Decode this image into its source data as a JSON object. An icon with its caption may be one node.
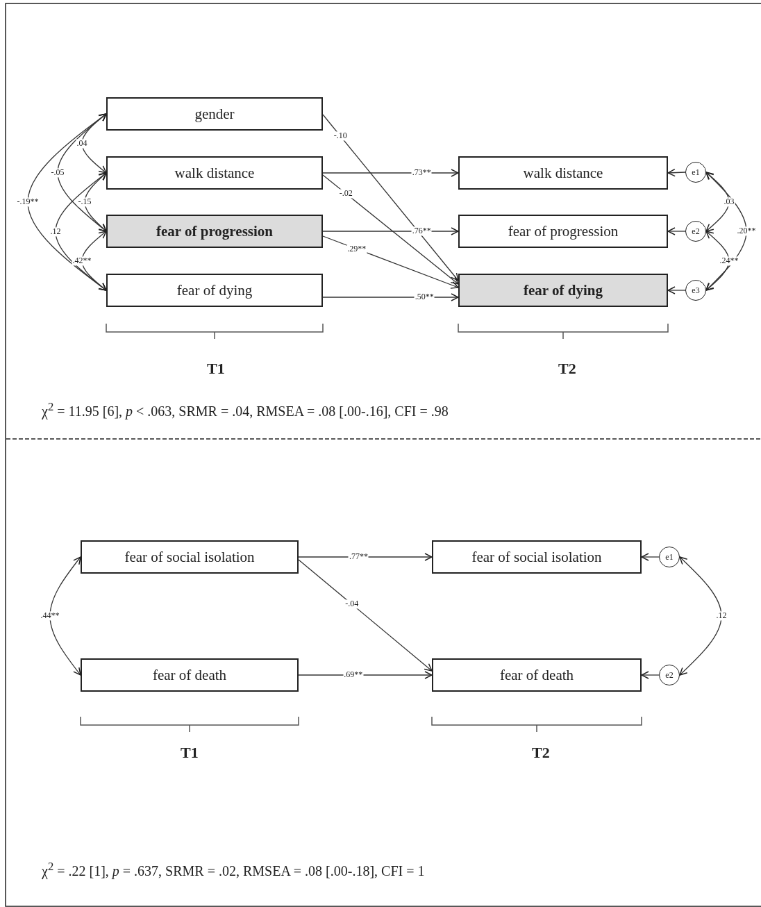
{
  "diagram": {
    "nodes": [
      {
        "text": [
          "gender"
        ]
      },
      {
        "text": [
          "walk distance"
        ]
      },
      {
        "text": [
          "fear of progression"
        ]
      },
      {
        "text": [
          "fear of dying"
        ]
      },
      {
        "text": [
          "walk distance"
        ]
      },
      {
        "text": [
          "fear of progression"
        ]
      },
      {
        "text": [
          "fear of dying"
        ]
      },
      {
        "text": [
          "e1"
        ]
      },
      {
        "text": [
          "e2"
        ]
      },
      {
        "text": [
          "e3"
        ]
      },
      {
        "text": [
          "fear of social isolation"
        ]
      },
      {
        "text": [
          "fear of death"
        ]
      },
      {
        "text": [
          "fear of social isolation"
        ]
      },
      {
        "text": [
          "fear of death"
        ]
      },
      {
        "text": [
          "e1"
        ]
      },
      {
        "text": [
          "e2"
        ]
      }
    ],
    "edges": [
      {
        "from": 0,
        "to": 1,
        "arrow": "both",
        "label": ".04"
      },
      {
        "from": 0,
        "to": 2,
        "arrow": "both",
        "label": "-.05"
      },
      {
        "from": 0,
        "to": 3,
        "arrow": "both",
        "label": "-.19**"
      },
      {
        "from": 1,
        "to": 2,
        "arrow": "both",
        "label": "-.15"
      },
      {
        "from": 1,
        "to": 3,
        "arrow": "both",
        "label": ".12"
      },
      {
        "from": 2,
        "to": 3,
        "arrow": "both",
        "label": ".42**"
      },
      {
        "from": 0,
        "to": 6,
        "arrow": "to",
        "label": "-.10"
      },
      {
        "from": 1,
        "to": 4,
        "arrow": "to",
        "label": ".73**"
      },
      {
        "from": 1,
        "to": 6,
        "arrow": "to",
        "label": "-.02"
      },
      {
        "from": 2,
        "to": 5,
        "arrow": "to",
        "label": ".76**"
      },
      {
        "from": 2,
        "to": 6,
        "arrow": "to",
        "label": ".29**"
      },
      {
        "from": 3,
        "to": 6,
        "arrow": "to",
        "label": ".50**"
      },
      {
        "from": 7,
        "to": 4,
        "arrow": "to"
      },
      {
        "from": 8,
        "to": 5,
        "arrow": "to"
      },
      {
        "from": 9,
        "to": 6,
        "arrow": "to"
      },
      {
        "from": 7,
        "to": 8,
        "arrow": "both",
        "label": ".03"
      },
      {
        "from": 8,
        "to": 9,
        "arrow": "both",
        "label": ".24**"
      },
      {
        "from": 7,
        "to": 9,
        "arrow": "both",
        "label": ".20**"
      },
      {
        "from": 10,
        "to": 11,
        "arrow": "both",
        "label": ".44**"
      },
      {
        "from": 10,
        "to": 12,
        "arrow": "to",
        "label": ".77**"
      },
      {
        "from": 10,
        "to": 13,
        "arrow": "to",
        "label": "-.04"
      },
      {
        "from": 11,
        "to": 13,
        "arrow": "to",
        "label": ".69**"
      },
      {
        "from": 14,
        "to": 12,
        "arrow": "to"
      },
      {
        "from": 15,
        "to": 13,
        "arrow": "to"
      },
      {
        "from": 14,
        "to": 15,
        "arrow": "both",
        "label": ".12"
      }
    ],
    "labels": [
      "T1",
      "T2",
      "χ$^{2}$ = 11.95 [6], *p* < .063, SRMR = .04, RMSEA = .08 [.00-.16], CFI = .98",
      "T1",
      "T2",
      "χ$^{2}$ = .22 [1], *p* = .637, SRMR = .02, RMSEA = .08 [.00-.18], CFI = 1"
    ]
  }
}
